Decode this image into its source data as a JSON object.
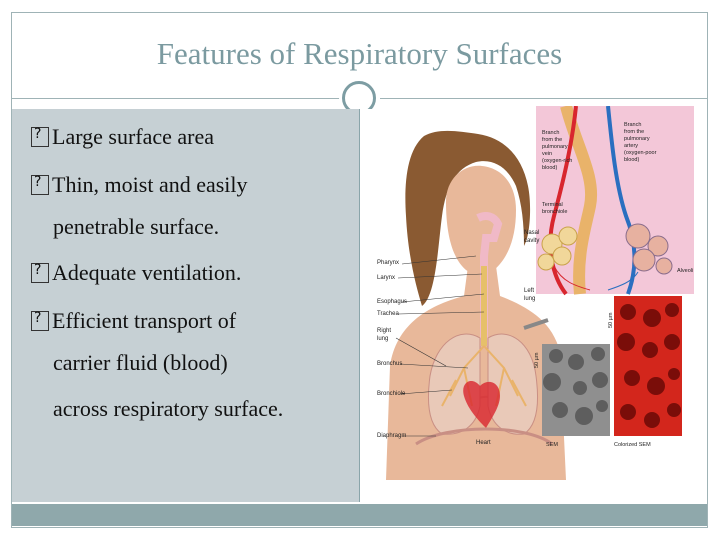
{
  "slide": {
    "title": "Features of Respiratory Surfaces",
    "bullets": [
      "Large surface area",
      "Thin, moist and easily",
      "penetrable surface.",
      "Adequate ventilation.",
      "Efficient transport of",
      "carrier fluid (blood)",
      "across respiratory surface."
    ]
  },
  "figure": {
    "labels": {
      "branch_vein": [
        "Branch",
        "from the",
        "pulmonary",
        "vein",
        "(oxygen-rich",
        "blood)"
      ],
      "branch_artery": [
        "Branch",
        "from the",
        "pulmonary",
        "artery",
        "(oxygen-poor",
        "blood)"
      ],
      "terminal": [
        "Terminal",
        "bronchiole"
      ],
      "nasal": [
        "Nasal",
        "cavity"
      ],
      "pharynx": "Pharynx",
      "larynx": "Larynx",
      "esophagus": "Esophagus",
      "trachea": "Trachea",
      "right_lung": [
        "Right",
        "lung"
      ],
      "left_lung": [
        "Left",
        "lung"
      ],
      "bronchus": "Bronchus",
      "bronchiole": "Bronchiole",
      "diaphragm": "Diaphragm",
      "heart": "Heart",
      "alveoli": "Alveoli",
      "sem": "SEM",
      "colorized_sem": "Colorized SEM",
      "scale1": "50 µm",
      "scale2": "50 µm"
    },
    "colors": {
      "skin": "#e8b89a",
      "hair": "#8a5a32",
      "lung": "#e9c9b8",
      "vein": "#d8262e",
      "artery": "#2a6fc0",
      "bronchiole": "#e9b36a",
      "inset_bg": "#f3c7d8",
      "sem_red": "#d3261c"
    }
  },
  "colors": {
    "title": "#7b9aa0",
    "panel": "#c6d0d4",
    "footer": "#8fa8ab",
    "border": "#9fb3b6"
  }
}
